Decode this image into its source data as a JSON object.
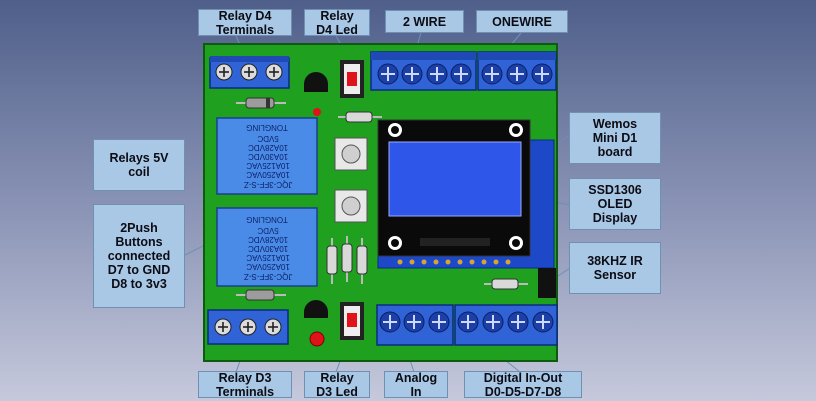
{
  "labels": {
    "relay_d4_terminals": "Relay D4\nTerminals",
    "relay_d4_led": "Relay\nD4 Led",
    "two_wire": "2 WIRE",
    "onewire": "ONEWIRE",
    "wemos": "Wemos\nMini D1\nboard",
    "ssd1306": "SSD1306\nOLED\nDisplay",
    "ir_sensor": "38KHZ IR\nSensor",
    "relays_coil": "Relays 5V\ncoil",
    "push_buttons": "2Push\nButtons\nconnected\nD7 to GND\nD8 to 3v3",
    "relay_d3_terminals": "Relay D3\nTerminals",
    "relay_d3_led": "Relay\nD3 Led",
    "analog_in": "Analog\nIn",
    "digital_io": "Digital In-Out\nD0-D5-D7-D8"
  },
  "relay_text": {
    "lines": [
      "JQC-3FF-S-Z",
      "10A250VAC",
      "10A125VAC",
      "10A30VDC",
      "10A28VDC",
      "5VDC",
      "TONGLING"
    ]
  },
  "colors": {
    "pcb": "#1fa01f",
    "terminal": "#2f63d6",
    "relay": "#4b8be8",
    "label_bg": "#a9c8e6",
    "oled_screen": "#2e57ea",
    "wemos": "#1d49c9",
    "led": "#e0131a"
  }
}
